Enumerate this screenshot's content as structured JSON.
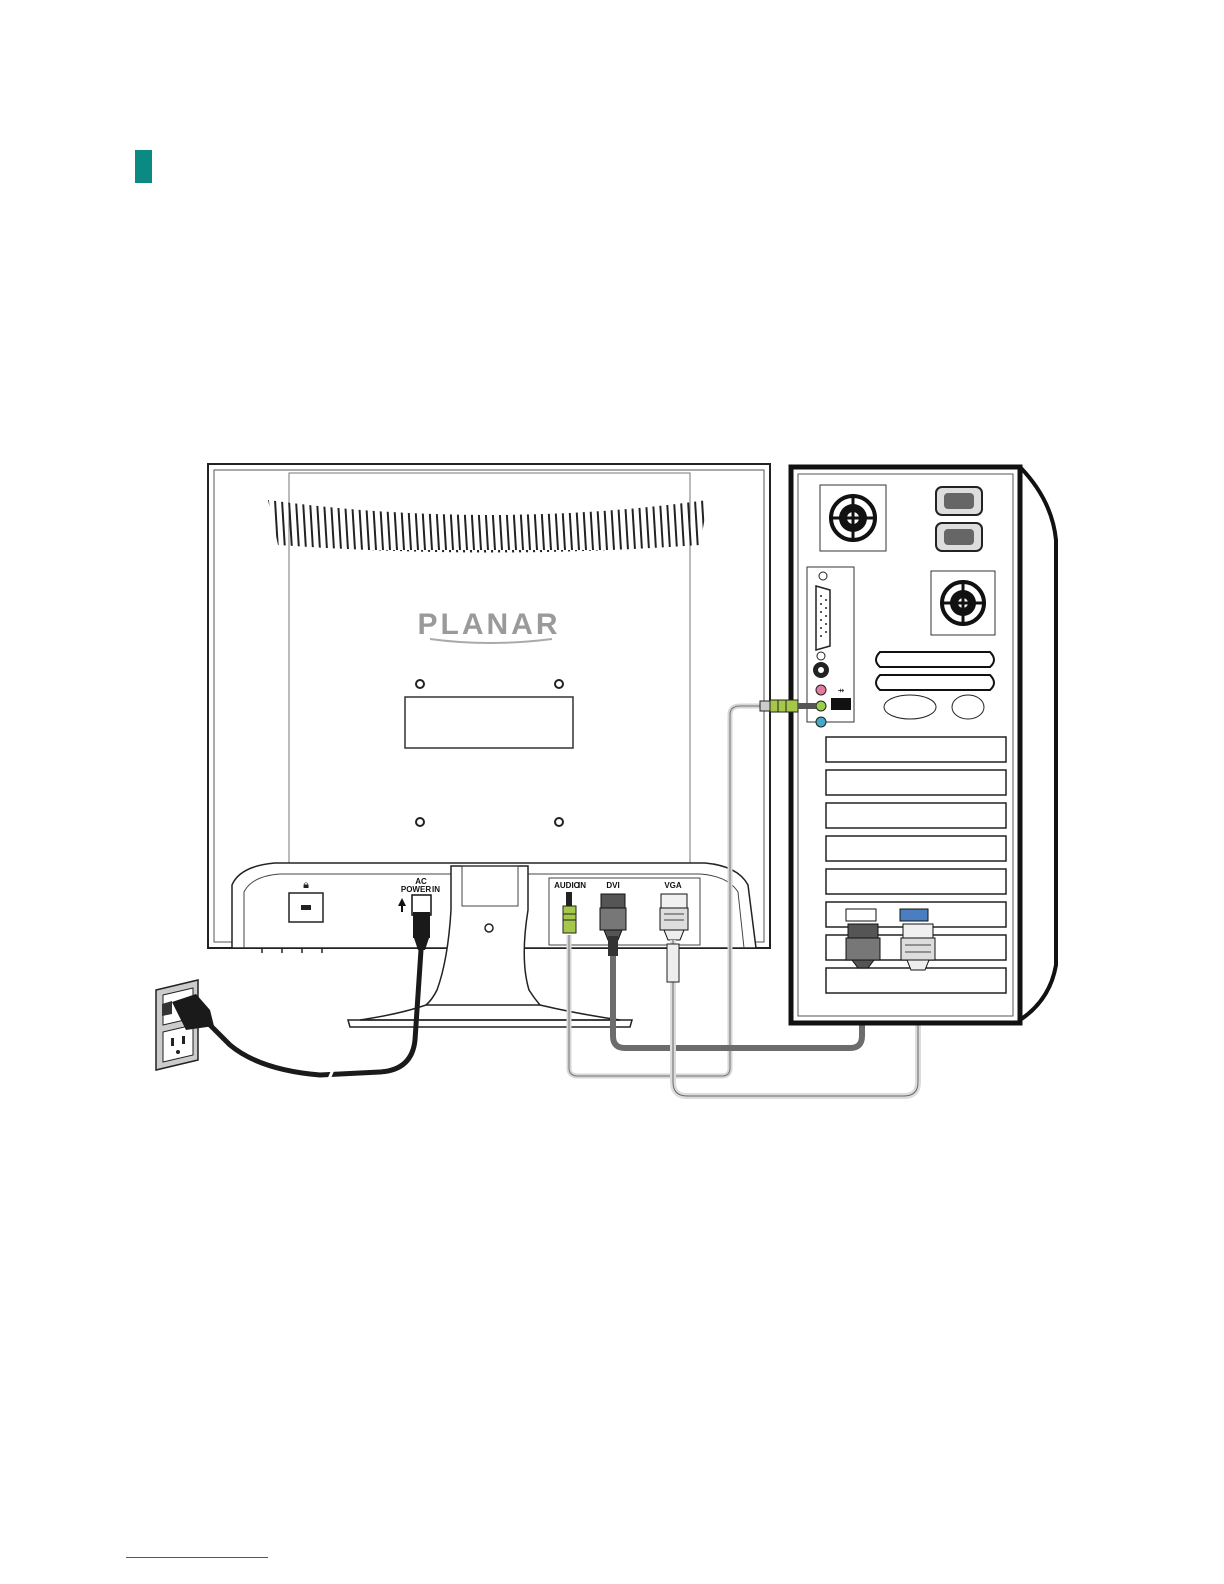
{
  "brand": {
    "logo_text": "PLANAR"
  },
  "monitor": {
    "port_labels": {
      "ac_line1": "AC",
      "ac_line2": "POWER",
      "ac_line3": "IN",
      "audio": "AUDIO",
      "audio_in": "IN",
      "dvi": "DVI",
      "vga": "VGA"
    }
  },
  "colors": {
    "section_marker": "#0b8a84",
    "audio_cable": "#a6c84a",
    "dvi_cable": "#707070",
    "vga_cable": "#d8d8d8",
    "power_cable": "#1a1a1a",
    "mic_jack": "#e47aa0",
    "line_out_jack": "#9ccc4a",
    "line_in_jack": "#44aac8"
  }
}
